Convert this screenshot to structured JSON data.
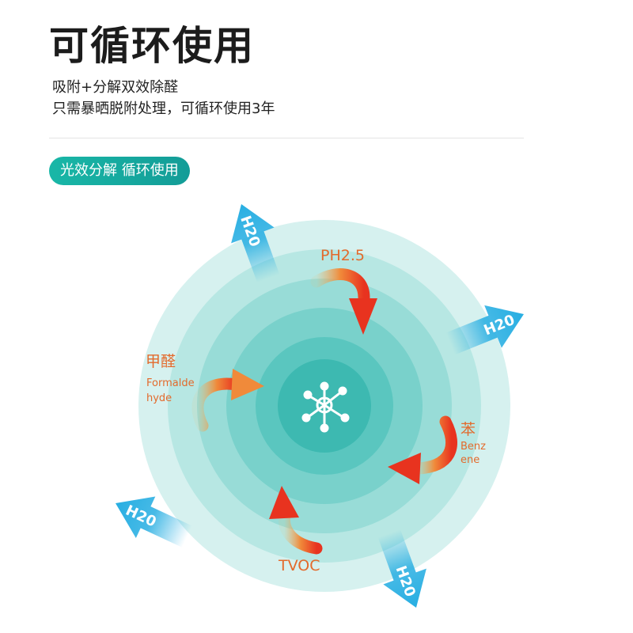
{
  "header": {
    "title": "可循环使用",
    "subtitle_line1": "吸附+分解双效除醛",
    "subtitle_line2": "只需暴晒脱附处理，可循环使用3年"
  },
  "badge": {
    "label": "光效分解  循环使用"
  },
  "diagram": {
    "pollutants": {
      "ph25": "PH2.5",
      "formaldehyde_cn": "甲醛",
      "formaldehyde_en_1": "Formalde",
      "formaldehyde_en_2": "hyde",
      "benzene_cn": "苯",
      "benzene_en_1": "Benz",
      "benzene_en_2": "ene",
      "tvoc": "TVOC"
    },
    "water_label": "H20",
    "center_icon": "molecule-icon",
    "colors": {
      "ring": "#3db9b1",
      "water_arrow": "#27aee2",
      "pollutant_arrow_start": "#f6b15b",
      "pollutant_arrow_end": "#e8331f",
      "label": "#e36a2c"
    }
  }
}
